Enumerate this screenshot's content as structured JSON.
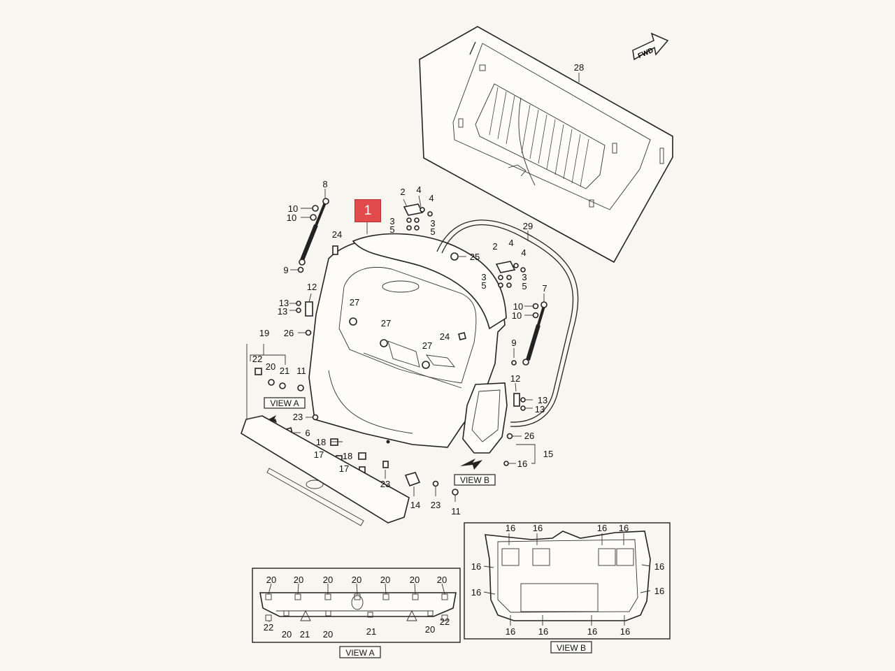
{
  "fwd_label": "FWD",
  "highlight_part": "1",
  "view_a_label": "VIEW A",
  "view_b_label": "VIEW B",
  "callouts": [
    {
      "id": "c28",
      "text": "28"
    },
    {
      "id": "c8",
      "text": "8"
    },
    {
      "id": "c10a",
      "text": "10"
    },
    {
      "id": "c10b",
      "text": "10"
    },
    {
      "id": "c9a",
      "text": "9"
    },
    {
      "id": "c24a",
      "text": "24"
    },
    {
      "id": "c12a",
      "text": "12"
    },
    {
      "id": "c13a",
      "text": "13"
    },
    {
      "id": "c13b",
      "text": "13"
    },
    {
      "id": "c26a",
      "text": "26"
    },
    {
      "id": "c27a",
      "text": "27"
    },
    {
      "id": "c27b",
      "text": "27"
    },
    {
      "id": "c27c",
      "text": "27"
    },
    {
      "id": "c24b",
      "text": "24"
    },
    {
      "id": "c2a",
      "text": "2"
    },
    {
      "id": "c4a",
      "text": "4"
    },
    {
      "id": "c4b",
      "text": "4"
    },
    {
      "id": "c3a",
      "text": "3"
    },
    {
      "id": "c3b",
      "text": "3"
    },
    {
      "id": "c5a",
      "text": "5"
    },
    {
      "id": "c5b",
      "text": "5"
    },
    {
      "id": "c29",
      "text": "29"
    },
    {
      "id": "c25",
      "text": "25"
    },
    {
      "id": "c2b",
      "text": "2"
    },
    {
      "id": "c4c",
      "text": "4"
    },
    {
      "id": "c4d",
      "text": "4"
    },
    {
      "id": "c3c",
      "text": "3"
    },
    {
      "id": "c3d",
      "text": "3"
    },
    {
      "id": "c5c",
      "text": "5"
    },
    {
      "id": "c5d",
      "text": "5"
    },
    {
      "id": "c7",
      "text": "7"
    },
    {
      "id": "c10c",
      "text": "10"
    },
    {
      "id": "c10d",
      "text": "10"
    },
    {
      "id": "c9b",
      "text": "9"
    },
    {
      "id": "c12b",
      "text": "12"
    },
    {
      "id": "c13c",
      "text": "13"
    },
    {
      "id": "c13d",
      "text": "13"
    },
    {
      "id": "c26b",
      "text": "26"
    },
    {
      "id": "c15",
      "text": "15"
    },
    {
      "id": "c16a",
      "text": "16"
    },
    {
      "id": "c19",
      "text": "19"
    },
    {
      "id": "c22a",
      "text": "22"
    },
    {
      "id": "c20a",
      "text": "20"
    },
    {
      "id": "c21a",
      "text": "21"
    },
    {
      "id": "c11a",
      "text": "11"
    },
    {
      "id": "c23a",
      "text": "23"
    },
    {
      "id": "c6",
      "text": "6"
    },
    {
      "id": "c18a",
      "text": "18"
    },
    {
      "id": "c18b",
      "text": "18"
    },
    {
      "id": "c17a",
      "text": "17"
    },
    {
      "id": "c17b",
      "text": "17"
    },
    {
      "id": "c23b",
      "text": "23"
    },
    {
      "id": "c14",
      "text": "14"
    },
    {
      "id": "c23c",
      "text": "23"
    },
    {
      "id": "c11b",
      "text": "11"
    }
  ],
  "view_a_detail_labels": {
    "top": [
      "20",
      "20",
      "20",
      "20",
      "20",
      "20",
      "20"
    ],
    "bottom": [
      "22",
      "20",
      "21",
      "20",
      "21",
      "20",
      "22"
    ]
  },
  "view_b_detail_labels": {
    "top": [
      "16",
      "16",
      "16",
      "16"
    ],
    "left": [
      "16",
      "16"
    ],
    "right": [
      "16",
      "16"
    ],
    "bottom": [
      "16",
      "16",
      "16",
      "16"
    ]
  }
}
